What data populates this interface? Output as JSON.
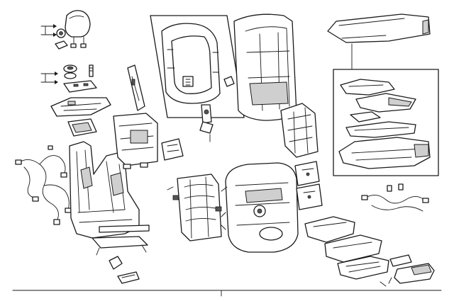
{
  "diagram": {
    "kind": "exploded-parts-diagram",
    "subject": "seat assembly",
    "background": "#ffffff",
    "line_color": "#1a1a1a",
    "fill_color": "#ffffff",
    "shade_color": "#cfcfcf",
    "callout_boxes": 2,
    "labels": []
  }
}
